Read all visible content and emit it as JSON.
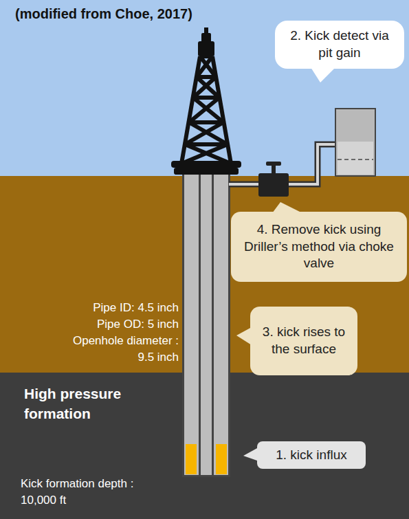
{
  "diagram": {
    "title": "(modified from Choe, 2017)",
    "nodes": [
      {
        "text": [
          "2. Kick detect via pit gain"
        ]
      },
      {
        "text": [
          "4. Remove kick using Driller’s method via choke valve"
        ]
      },
      {
        "text": [
          "3. kick rises to the surface"
        ]
      },
      {
        "text": [
          "1. kick influx"
        ]
      }
    ],
    "labels": [
      "Pipe ID: 4.5 inch",
      "Pipe OD: 5 inch",
      "Openhole diameter : 9.5 inch",
      "High pressure formation",
      "Kick formation depth : 10,000 ft"
    ]
  }
}
